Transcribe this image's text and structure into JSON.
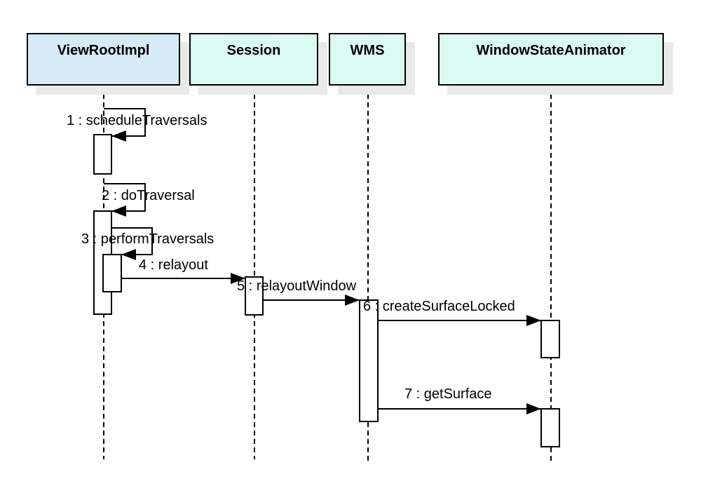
{
  "diagram": {
    "kind": "UML sequence diagram",
    "background_color": "#ffffff",
    "line_color": "#000000",
    "shadow_color": "#e9e9e9",
    "activation_fill": "#ffffff"
  },
  "participants": [
    {
      "name": "ViewRootImpl",
      "fill_color": "#d6eaf8"
    },
    {
      "name": "Session",
      "fill_color": "#dbfbf2"
    },
    {
      "name": "WMS",
      "fill_color": "#dbfbf2"
    },
    {
      "name": "WindowStateAnimator",
      "fill_color": "#dbfbf2"
    }
  ],
  "messages": [
    {
      "seq": 1,
      "label": "1 : scheduleTraversals",
      "name": "scheduleTraversals",
      "from": "ViewRootImpl",
      "to": "ViewRootImpl",
      "kind": "self-message"
    },
    {
      "seq": 2,
      "label": "2 : doTraversal",
      "name": "doTraversal",
      "from": "ViewRootImpl",
      "to": "ViewRootImpl",
      "kind": "self-message"
    },
    {
      "seq": 3,
      "label": "3 : performTraversals",
      "name": "performTraversals",
      "from": "ViewRootImpl",
      "to": "ViewRootImpl",
      "kind": "self-message"
    },
    {
      "seq": 4,
      "label": "4 : relayout",
      "name": "relayout",
      "from": "ViewRootImpl",
      "to": "Session",
      "kind": "message"
    },
    {
      "seq": 5,
      "label": "5 : relayoutWindow",
      "name": "relayoutWindow",
      "from": "Session",
      "to": "WMS",
      "kind": "message"
    },
    {
      "seq": 6,
      "label": "6 : createSurfaceLocked",
      "name": "createSurfaceLocked",
      "from": "WMS",
      "to": "WindowStateAnimator",
      "kind": "message"
    },
    {
      "seq": 7,
      "label": "7 : getSurface",
      "name": "getSurface",
      "from": "WMS",
      "to": "WindowStateAnimator",
      "kind": "message"
    }
  ]
}
